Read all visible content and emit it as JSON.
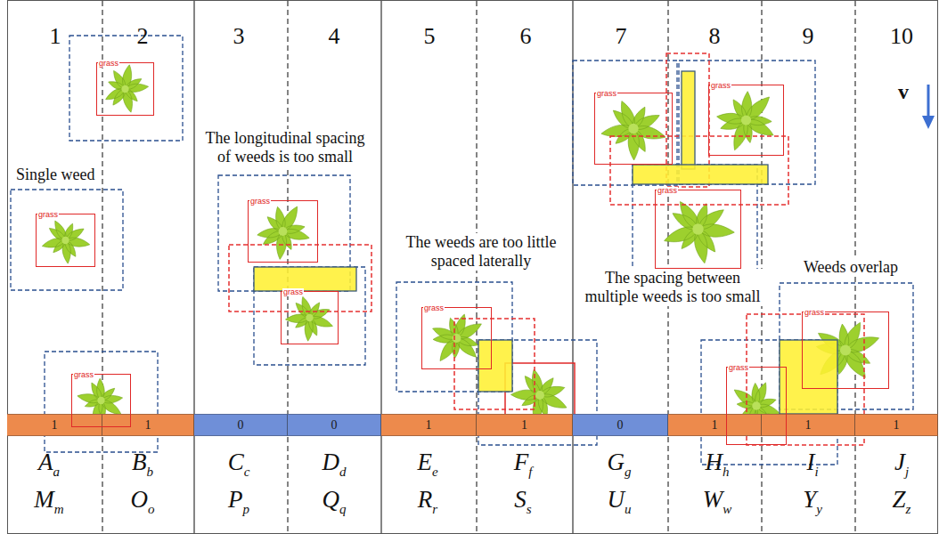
{
  "diagram": {
    "nodes": [
      {
        "text": [
          "grass"
        ]
      },
      {
        "text": [
          "grass"
        ]
      },
      {
        "text": [
          "grass"
        ]
      },
      {
        "text": [
          "grass"
        ]
      },
      {
        "text": [
          "grass"
        ]
      },
      {
        "text": [
          "grass"
        ]
      },
      {
        "text": [
          "grass"
        ]
      },
      {
        "text": [
          "grass"
        ]
      },
      {
        "text": [
          "grass"
        ]
      },
      {
        "text": [
          "grass"
        ]
      },
      {
        "text": [
          "grass"
        ]
      },
      {
        "text": [
          "1"
        ]
      },
      {
        "text": [
          "1"
        ]
      },
      {
        "text": [
          "0"
        ]
      },
      {
        "text": [
          "0"
        ]
      },
      {
        "text": [
          "1"
        ]
      },
      {
        "text": [
          "1"
        ]
      },
      {
        "text": [
          "0"
        ]
      },
      {
        "text": [
          "1"
        ]
      },
      {
        "text": [
          "1"
        ]
      },
      {
        "text": [
          "1"
        ]
      }
    ],
    "labels": [
      "1",
      "2",
      "3",
      "4",
      "5",
      "6",
      "7",
      "8",
      "9",
      "10",
      "Single weed",
      "The longitudinal spacing of weeds is too small",
      "The weeds are too little spaced laterally",
      "The spacing between multiple weeds is too small",
      "Weeds overlap",
      "v",
      "A",
      "a",
      "B",
      "b",
      "C",
      "c",
      "D",
      "d",
      "E",
      "e",
      "F",
      "f",
      "G",
      "g",
      "H",
      "h",
      "I",
      "i",
      "J",
      "j",
      "M",
      "m",
      "O",
      "o",
      "P",
      "p",
      "Q",
      "q",
      "R",
      "r",
      "S",
      "s",
      "U",
      "u",
      "W",
      "w",
      "Y",
      "y",
      "Z",
      "z"
    ]
  }
}
